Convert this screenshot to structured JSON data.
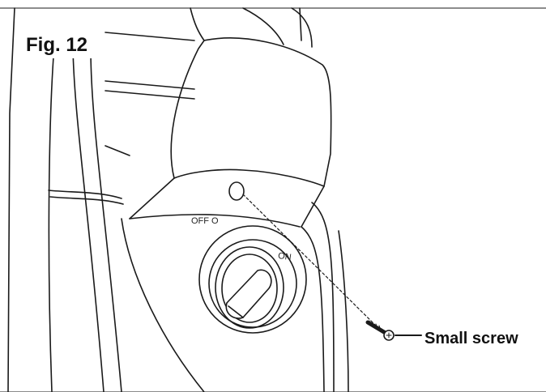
{
  "figure": {
    "label": "Fig. 12"
  },
  "switch": {
    "off_label": "OFF O",
    "on_label": "ON"
  },
  "callout": {
    "label": "Small screw"
  },
  "icons": {
    "screw": "screw-icon",
    "knob": "rotary-knob-icon"
  },
  "colors": {
    "line": "#1a1a1a",
    "background": "#ffffff"
  }
}
